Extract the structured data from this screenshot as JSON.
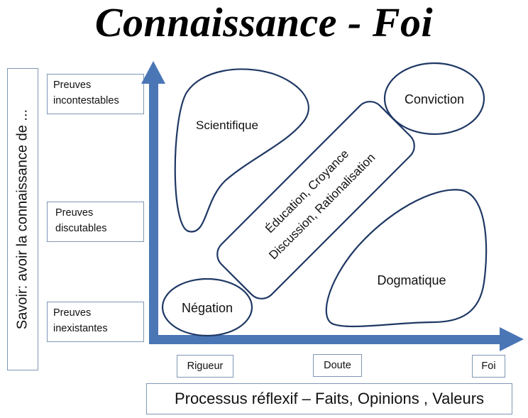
{
  "title": "Connaissance - Foi",
  "y_axis": {
    "label": "Savoir: avoir la connaissance de ...",
    "levels": [
      {
        "line1": "Preuves",
        "line2": "incontestables"
      },
      {
        "line1": "Preuves",
        "line2": "discutables"
      },
      {
        "line1": "Preuves",
        "line2": "inexistantes"
      }
    ]
  },
  "x_axis": {
    "label": "Processus réflexif – Faits, Opinions , Valeurs",
    "levels": [
      "Rigueur",
      "Doute",
      "Foi"
    ]
  },
  "regions": {
    "scientifique": "Scientifique",
    "conviction": "Conviction",
    "middle_line1": "Éducation, Croyance",
    "middle_line2": "Discussion, Rationalisation",
    "dogmatique": "Dogmatique",
    "negation": "Négation"
  },
  "colors": {
    "axis": "#4a76b6",
    "shape_stroke": "#1f3864",
    "box_border": "#7f96b5"
  }
}
